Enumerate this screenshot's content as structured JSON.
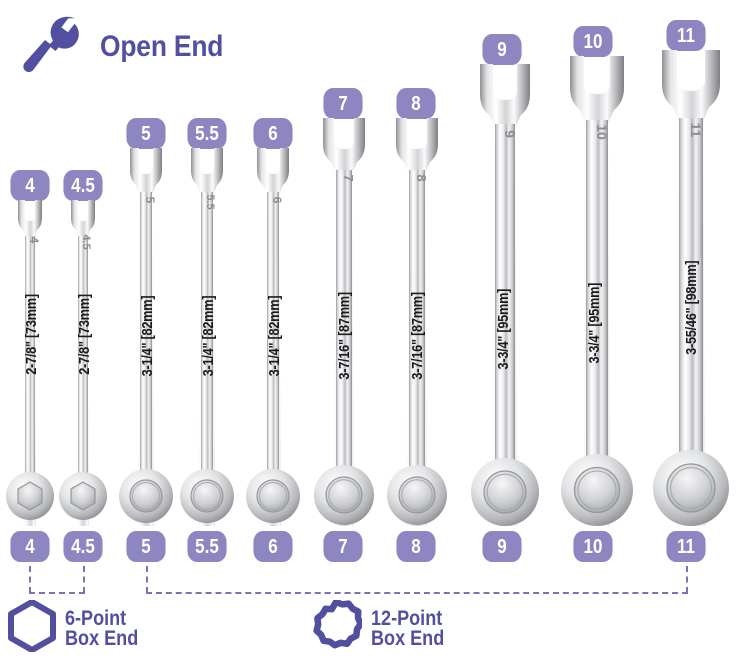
{
  "header": {
    "title": "Open End",
    "logo_icon": "wrench-icon"
  },
  "colors": {
    "brand_purple": "#524fa1",
    "badge_purple": "#8d86c0",
    "dash_purple": "#7a72b5",
    "dim_text": "#1b1b1b",
    "background": "#ffffff"
  },
  "wrenches": [
    {
      "size": "4",
      "top_badge": "4",
      "bottom_badge": "4",
      "length": "2-7/8\" [73mm]",
      "box_end": "6-point",
      "stamp": "4"
    },
    {
      "size": "4.5",
      "top_badge": "4.5",
      "bottom_badge": "4.5",
      "length": "2-7/8\" [73mm]",
      "box_end": "6-point",
      "stamp": "4.5"
    },
    {
      "size": "5",
      "top_badge": "5",
      "bottom_badge": "5",
      "length": "3-1/4\" [82mm]",
      "box_end": "12-point",
      "stamp": "5"
    },
    {
      "size": "5.5",
      "top_badge": "5.5",
      "bottom_badge": "5.5",
      "length": "3-1/4\" [82mm]",
      "box_end": "12-point",
      "stamp": "5.5"
    },
    {
      "size": "6",
      "top_badge": "6",
      "bottom_badge": "6",
      "length": "3-1/4\" [82mm]",
      "box_end": "12-point",
      "stamp": "6"
    },
    {
      "size": "7",
      "top_badge": "7",
      "bottom_badge": "7",
      "length": "3-7/16\" [87mm]",
      "box_end": "12-point",
      "stamp": "7"
    },
    {
      "size": "8",
      "top_badge": "8",
      "bottom_badge": "8",
      "length": "3-7/16\" [87mm]",
      "box_end": "12-point",
      "stamp": "8"
    },
    {
      "size": "9",
      "top_badge": "9",
      "bottom_badge": "9",
      "length": "3-3/4\" [95mm]",
      "box_end": "12-point",
      "stamp": "9"
    },
    {
      "size": "10",
      "top_badge": "10",
      "bottom_badge": "10",
      "length": "3-3/4\" [95mm]",
      "box_end": "12-point",
      "stamp": "10"
    },
    {
      "size": "11",
      "top_badge": "11",
      "bottom_badge": "11",
      "length": "3-55/46\" [98mm]",
      "box_end": "12-point",
      "stamp": "11"
    }
  ],
  "legends": [
    {
      "icon": "hexagon-box-end-icon",
      "line1": "6-Point",
      "line2": "Box End"
    },
    {
      "icon": "twelve-point-box-end-icon",
      "line1": "12-Point",
      "line2": "Box End"
    }
  ]
}
